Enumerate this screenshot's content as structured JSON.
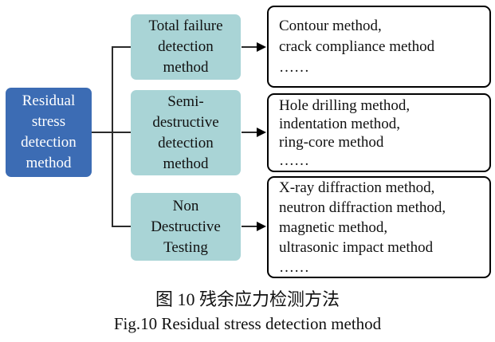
{
  "diagram": {
    "root": {
      "label_lines": [
        "Residual",
        "stress",
        "detection",
        "method"
      ]
    },
    "branches": [
      {
        "category_lines": [
          "Total failure",
          "detection",
          "method"
        ],
        "methods_lines": [
          "Contour method,",
          "crack compliance method",
          "……"
        ]
      },
      {
        "category_lines": [
          "Semi-",
          "destructive",
          "detection",
          "method"
        ],
        "methods_lines": [
          "Hole drilling method,",
          "indentation method,",
          "ring-core method",
          "……"
        ]
      },
      {
        "category_lines": [
          "Non",
          "Destructive",
          "Testing"
        ],
        "methods_lines": [
          "X-ray diffraction method,",
          "neutron diffraction method,",
          "magnetic method,",
          "ultrasonic impact method",
          "……"
        ]
      }
    ]
  },
  "caption": {
    "zh": "图 10 残余应力检测方法",
    "en": "Fig.10 Residual stress detection method"
  },
  "colors": {
    "root_fill": "#3c6cb4",
    "root_text": "#ffffff",
    "category_fill": "#a9d4d6",
    "connector_line": "#2b2b2b",
    "methods_border": "#000000"
  }
}
